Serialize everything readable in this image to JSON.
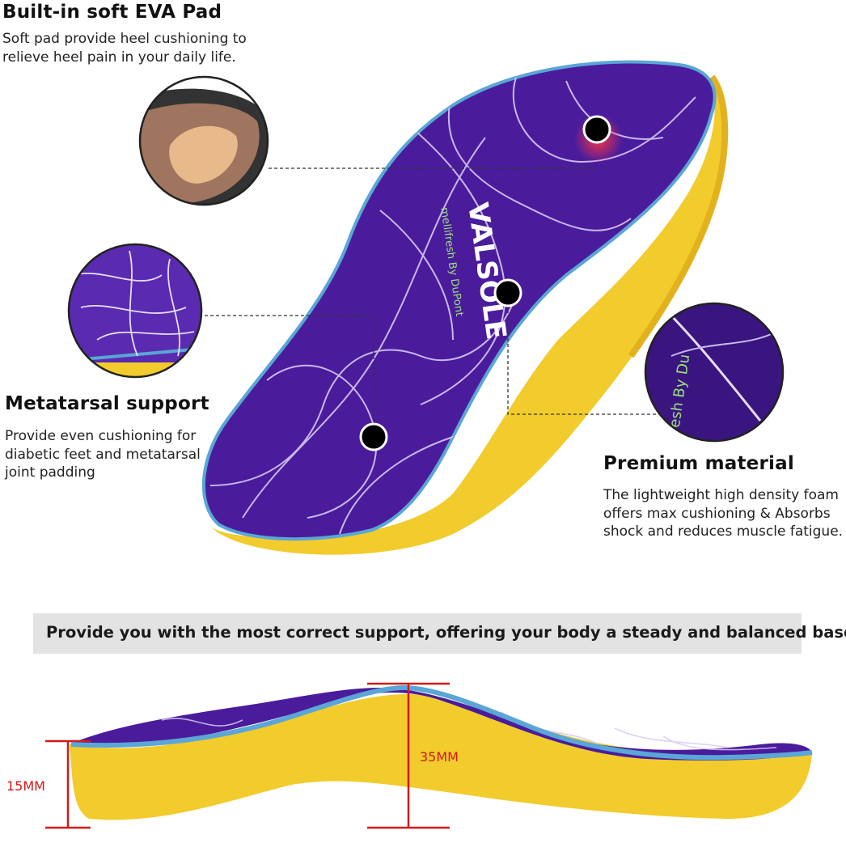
{
  "features": [
    {
      "title": "Built-in soft EVA Pad",
      "lines": [
        "Soft pad provide heel cushioning to",
        "relieve heel pain in your daily life."
      ]
    },
    {
      "title": "Metatarsal support",
      "lines": [
        "Provide even cushioning for",
        "diabetic feet and metatarsal",
        "joint padding"
      ]
    },
    {
      "title": "Premium material",
      "lines": [
        "The lightweight high density foam",
        "offers max cushioning & Absorbs",
        "shock and reduces muscle fatigue."
      ]
    }
  ],
  "banner": "Provide you with the most correct support, offering your body a steady and balanced base",
  "brand": {
    "name": "VALSOLE",
    "sub": "mellifresh By DuPont",
    "zoom_text": "esh By Du"
  },
  "dimensions": {
    "heel": "15MM",
    "arch": "35MM"
  },
  "colors": {
    "purple": "#4a1c9c",
    "foam": "#f2cb2c",
    "edge": "#5aa6d6",
    "marker": "#d11a1a"
  }
}
